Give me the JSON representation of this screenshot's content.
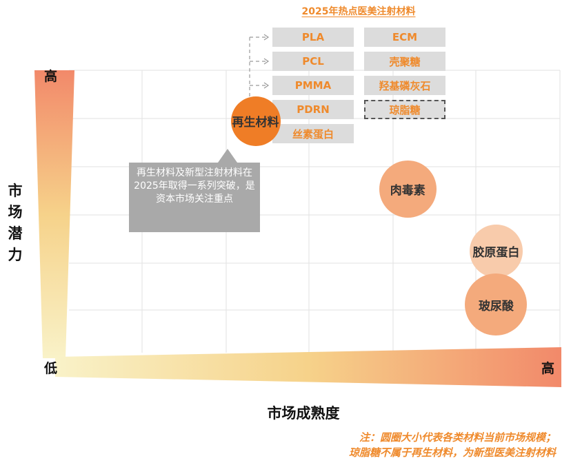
{
  "legend": {
    "title": "2025年热点医美注射材料",
    "items": [
      {
        "label": "PLA",
        "dashed": false
      },
      {
        "label": "ECM",
        "dashed": false
      },
      {
        "label": "PCL",
        "dashed": false
      },
      {
        "label": "壳聚糖",
        "dashed": false
      },
      {
        "label": "PMMA",
        "dashed": false
      },
      {
        "label": "羟基磷灰石",
        "dashed": false
      },
      {
        "label": "PDRN",
        "dashed": false
      },
      {
        "label": "琼脂糖",
        "dashed": true
      },
      {
        "label": "丝素蛋白",
        "dashed": false
      }
    ]
  },
  "callout": {
    "text": "再生材料及新型注射材料在2025年取得一系列突破，是资本市场关注重点"
  },
  "note": {
    "line1": "注：圆圈大小代表各类材料当前市场规模；",
    "line2": "琼脂糖不属于再生材料，为新型医美注射材料"
  },
  "chart_data": {
    "type": "scatter",
    "subtype": "bubble",
    "title": "",
    "xlabel": "市场成熟度",
    "ylabel": "市场潜力",
    "x_axis_ends": {
      "low": "低",
      "high": "高"
    },
    "y_axis_ends": {
      "low": "低",
      "high": "高"
    },
    "xlim": [
      0,
      1
    ],
    "ylim": [
      0,
      1
    ],
    "grid": true,
    "points": [
      {
        "label": "再生材料",
        "x": 0.38,
        "y": 0.82,
        "size": 0.32,
        "color": "#ef7d26"
      },
      {
        "label": "肉毒素",
        "x": 0.69,
        "y": 0.58,
        "size": 0.43,
        "color": "#f4aa7c"
      },
      {
        "label": "胶原蛋白",
        "x": 0.87,
        "y": 0.36,
        "size": 0.37,
        "color": "#f8cbab"
      },
      {
        "label": "玻尿酸",
        "x": 0.87,
        "y": 0.17,
        "size": 0.5,
        "color": "#f4aa7c"
      }
    ],
    "colors": {
      "accent": "#ef8a2c",
      "gradient_start": "#f8ecb0",
      "gradient_end": "#f2896a"
    }
  }
}
